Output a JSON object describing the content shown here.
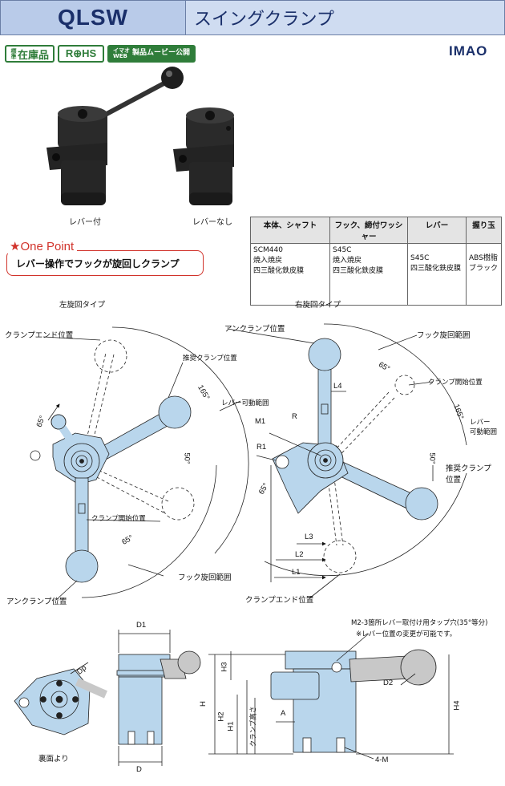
{
  "header": {
    "model": "QLSW",
    "title": "スイングクランプ"
  },
  "badges": {
    "stock_small": "標準",
    "stock": "在庫品",
    "rohs": "R⊕HS",
    "web_small": "イマオ\nWEB",
    "web": "製品ムービー公開"
  },
  "logo": "IMAO",
  "photos": {
    "with_lever": "レバー付",
    "without_lever": "レバーなし"
  },
  "spec_table": {
    "headers": [
      "本体、シャフト",
      "フック、締付ワッシャー",
      "レバー",
      "握り玉"
    ],
    "cells": [
      "SCM440\n焼入焼戻\n四三酸化鉄皮膜",
      "S45C\n焼入焼戻\n四三酸化鉄皮膜",
      "S45C\n四三酸化鉄皮膜",
      "ABS樹脂\nブラック"
    ]
  },
  "one_point": {
    "title": "★One Point",
    "text": "レバー操作でフックが旋回しクランプ"
  },
  "left_diagram": {
    "title": "左旋回タイプ",
    "clamp_end": "クランプエンド位置",
    "recommended": "推奨クランプ位置",
    "lever_range": "レバー可動範囲",
    "clamp_start": "クランプ開始位置",
    "hook_range": "フック旋回範囲",
    "unclamp": "アンクランプ位置",
    "angle_65a": "65°",
    "angle_165": "165°",
    "angle_50": "50°",
    "angle_65b": "65°"
  },
  "right_diagram": {
    "title": "右旋回タイプ",
    "unclamp": "アンクランプ位置",
    "hook_range": "フック旋回範囲",
    "clamp_start": "クランプ開始位置",
    "lever_range_1": "レバー",
    "lever_range_2": "可動範囲",
    "recommended_1": "推奨クランプ",
    "recommended_2": "位置",
    "clamp_end": "クランプエンド位置",
    "angle_65a": "65°",
    "angle_165": "165°",
    "angle_50": "50°",
    "angle_65b": "65°",
    "dims": {
      "L4": "L4",
      "R": "R",
      "M1": "M1",
      "R1": "R1",
      "L3": "L3",
      "L2": "L2",
      "L1": "L1"
    }
  },
  "bottom": {
    "bottom_view": "裏面より",
    "D1": "D1",
    "D": "D",
    "Dp": "Dp",
    "tap_note": "M2-3箇所レバー取付け用タップ穴(35°等分)",
    "lever_note": "※レバー位置の変更が可能です。",
    "D2": "D2",
    "H3": "H3",
    "H": "H",
    "H2": "H2",
    "H1": "H1",
    "clamp_height": "クランプ高さ",
    "A": "A",
    "H4": "H4",
    "M4": "4-M"
  },
  "colors": {
    "part_fill": "#b9d6ec",
    "part_stroke": "#222222",
    "accent_red": "#d1332b",
    "header_blue": "#b9cbe9"
  }
}
